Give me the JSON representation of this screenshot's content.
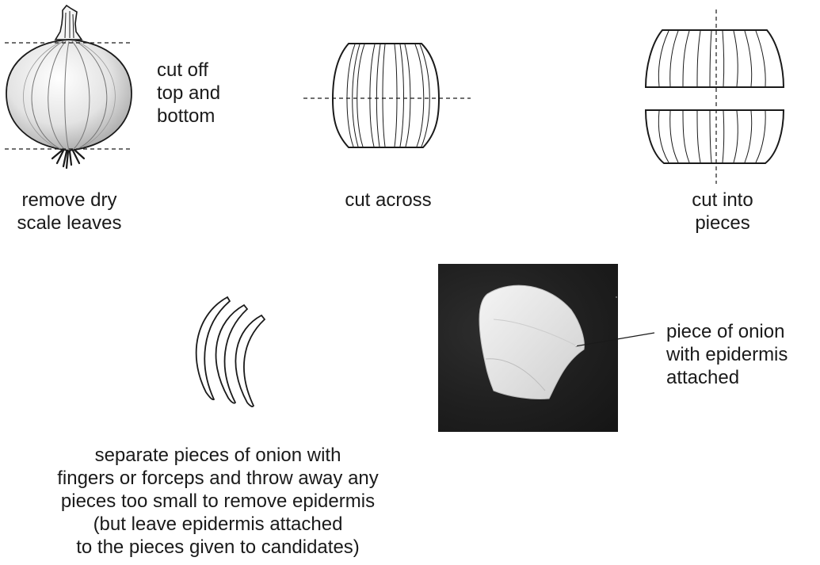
{
  "labels": {
    "step1_side": "cut off\ntop and\nbottom",
    "step1": "remove dry\nscale leaves",
    "step2": "cut across",
    "step3": "cut into\npieces",
    "photo_label": "piece of onion\nwith epidermis\nattached",
    "step4": "separate pieces of onion with\nfingers or forceps and throw away any\npieces too small to remove epidermis\n(but leave epidermis attached\nto the pieces given to candidates)"
  },
  "colors": {
    "line": "#1a1a1a",
    "background": "#ffffff",
    "onion_shade": "#a8a8a8",
    "photo_background": "#1e1e1e",
    "photo_piece": "#e6e6e6"
  }
}
